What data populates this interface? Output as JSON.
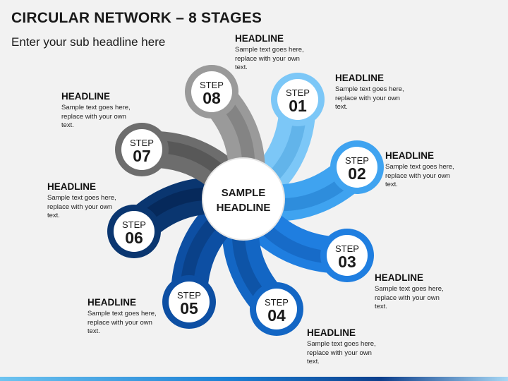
{
  "title": "CIRCULAR NETWORK – 8 STAGES",
  "subtitle": "Enter your sub headline here",
  "center": {
    "line1": "SAMPLE",
    "line2": "HEADLINE"
  },
  "steps": [
    {
      "word": "STEP",
      "num": "01",
      "headline": "HEADLINE",
      "text": "Sample text goes here, replace with your own text.",
      "color": "#7cc7f7",
      "dark": "#5aaee6"
    },
    {
      "word": "STEP",
      "num": "02",
      "headline": "HEADLINE",
      "text": "Sample text goes here, replace with your own text.",
      "color": "#3fa3f0",
      "dark": "#2a86d6"
    },
    {
      "word": "STEP",
      "num": "03",
      "headline": "HEADLINE",
      "text": "Sample text goes here, replace with your own text.",
      "color": "#1f7ee0",
      "dark": "#1565c0"
    },
    {
      "word": "STEP",
      "num": "04",
      "headline": "HEADLINE",
      "text": "Sample text goes here, replace with your own text.",
      "color": "#1366c4",
      "dark": "#0d4f9e"
    },
    {
      "word": "STEP",
      "num": "05",
      "headline": "HEADLINE",
      "text": "Sample text goes here, replace with your own text.",
      "color": "#0d4fa3",
      "dark": "#093c80"
    },
    {
      "word": "STEP",
      "num": "06",
      "headline": "HEADLINE",
      "text": "Sample text goes here, replace with your own text.",
      "color": "#0a3670",
      "dark": "#062654"
    },
    {
      "word": "STEP",
      "num": "07",
      "headline": "HEADLINE",
      "text": "Sample text goes here, replace with your own text.",
      "color": "#6d6d6d",
      "dark": "#525252"
    },
    {
      "word": "STEP",
      "num": "08",
      "headline": "HEADLINE",
      "text": "Sample text goes here, replace with your own text.",
      "color": "#9a9a9a",
      "dark": "#7c7c7c"
    }
  ]
}
